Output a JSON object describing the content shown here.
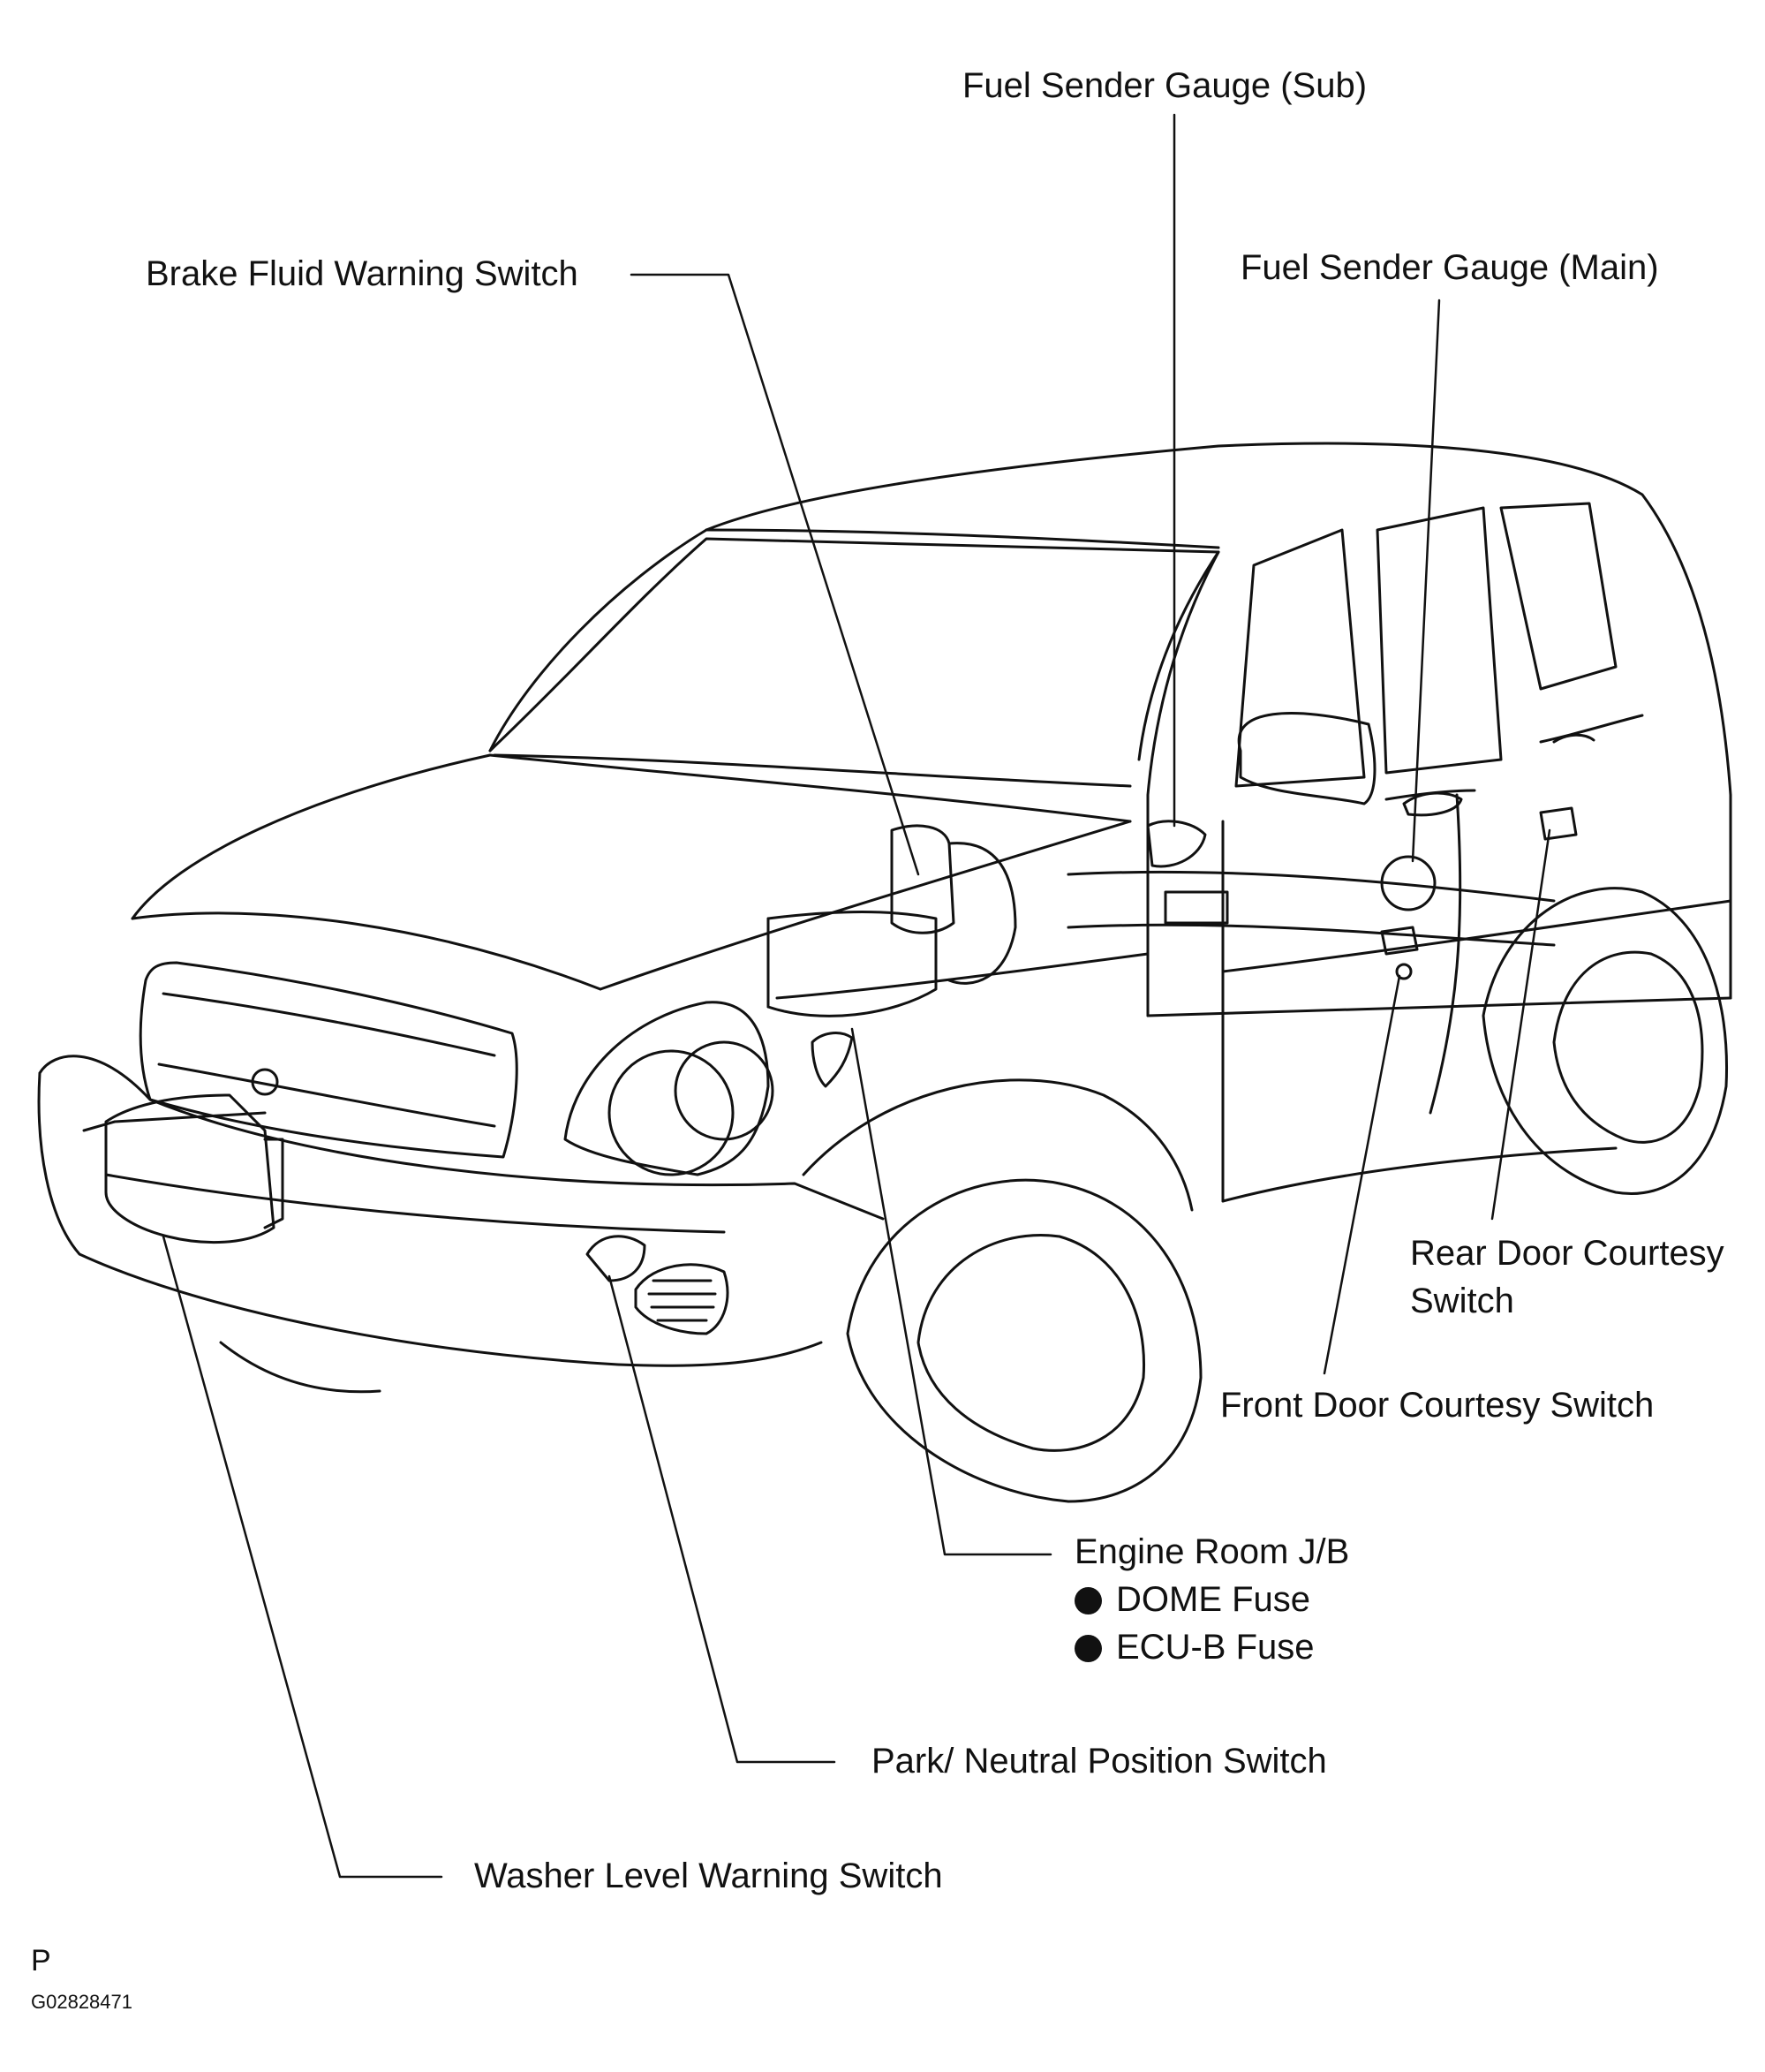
{
  "labels": {
    "fuel_sub": "Fuel Sender Gauge (Sub)",
    "brake_fluid": "Brake Fluid Warning Switch",
    "fuel_main": "Fuel Sender Gauge (Main)",
    "rear_door_line1": "Rear Door Courtesy",
    "rear_door_line2": "Switch",
    "front_door": "Front Door Courtesy Switch",
    "engine_room": "Engine Room J/B",
    "dome_fuse": "DOME Fuse",
    "ecu_fuse": "ECU-B Fuse",
    "park_neutral": "Park/ Neutral Position Switch",
    "washer_level": "Washer Level Warning Switch"
  },
  "footer": {
    "letter": "P",
    "code": "G02828471"
  },
  "colors": {
    "ink": "#111111",
    "background": "#ffffff"
  }
}
